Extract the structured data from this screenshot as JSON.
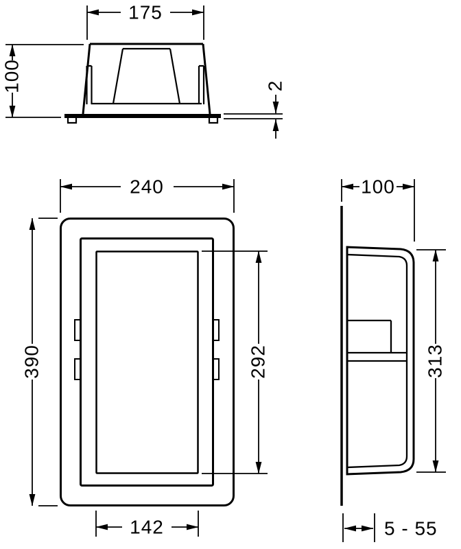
{
  "drawing": {
    "background": "#ffffff",
    "line_color": "#000000",
    "views": {
      "top_section": {
        "label": "top-section-view",
        "width_mm": "175",
        "height_mm": "100",
        "flange_thickness_mm": "2"
      },
      "front": {
        "label": "front-view",
        "outer_width_mm": "240",
        "outer_height_mm": "390",
        "opening_height_mm": "292",
        "opening_width_mm": "142"
      },
      "side": {
        "label": "side-view",
        "depth_mm": "100",
        "body_height_mm": "313",
        "installation_depth_range_mm": "5 - 55"
      }
    }
  }
}
